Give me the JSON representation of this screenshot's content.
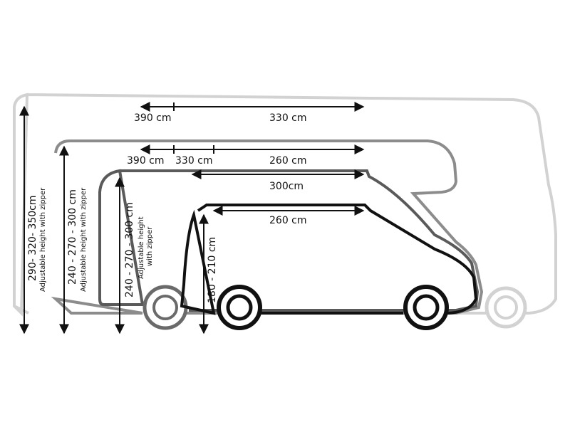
{
  "vehicles": {
    "large_motorhome": {
      "length_top_a": "390 cm",
      "length_top_b": "330 cm",
      "height_range": "290- 320- 350cm",
      "height_note": "Adjustable height with zipper",
      "color": "#cfcfcf"
    },
    "medium_motorhome": {
      "length_a": "390 cm",
      "length_b": "330 cm",
      "length_c": "260 cm",
      "length_d": "300cm",
      "height_range": "240 - 270 - 300 cm",
      "height_note": "Adjustable height with zipper",
      "color": "#8a8a8a"
    },
    "small_motorhome": {
      "height_range": "240 - 270 - 300 cm",
      "height_note_line1": "Adjustable height",
      "height_note_line2": "with zipper",
      "color": "#555555"
    },
    "van": {
      "length": "260 cm",
      "height_range": "180 - 210 cm",
      "color": "#111111"
    }
  }
}
